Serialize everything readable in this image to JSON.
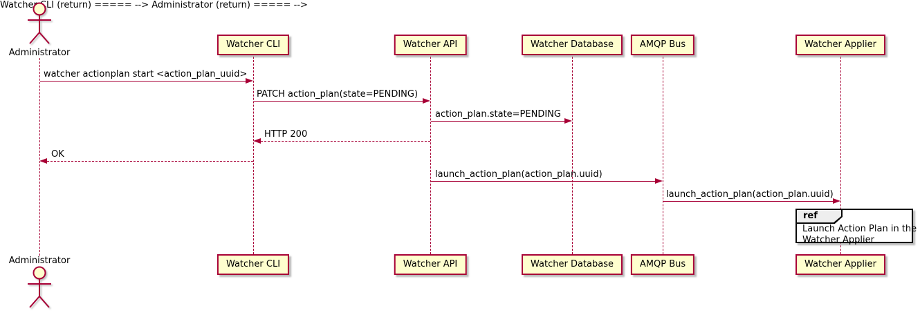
{
  "diagram": {
    "type": "sequence",
    "actor": {
      "name": "Administrator"
    },
    "participants": [
      {
        "name": "Watcher CLI"
      },
      {
        "name": "Watcher API"
      },
      {
        "name": "Watcher Database"
      },
      {
        "name": "AMQP Bus"
      },
      {
        "name": "Watcher Applier"
      }
    ],
    "messages": [
      {
        "from": "Administrator",
        "to": "Watcher CLI",
        "style": "solid",
        "label": "watcher actionplan start <action_plan_uuid>"
      },
      {
        "from": "Watcher CLI",
        "to": "Watcher API",
        "style": "solid",
        "label": "PATCH action_plan(state=PENDING)"
      },
      {
        "from": "Watcher API",
        "to": "Watcher Database",
        "style": "solid",
        "label": "action_plan.state=PENDING"
      },
      {
        "from": "Watcher API",
        "to": "Watcher CLI",
        "style": "dashed",
        "label": "HTTP 200"
      },
      {
        "from": "Watcher CLI",
        "to": "Administrator",
        "style": "dashed",
        "label": "OK"
      },
      {
        "from": "Watcher API",
        "to": "AMQP Bus",
        "style": "solid",
        "label": "launch_action_plan(action_plan.uuid)"
      },
      {
        "from": "AMQP Bus",
        "to": "Watcher Applier",
        "style": "solid",
        "label": "launch_action_plan(action_plan.uuid)"
      }
    ],
    "ref": {
      "tab_label": "ref",
      "over": "Watcher Applier",
      "lines": [
        "Launch Action Plan in the",
        "Watcher Applier"
      ]
    },
    "colors": {
      "participant_fill": "#FEFECE",
      "line": "#A80036",
      "text": "#000000",
      "ref_tab_fill": "#EEEEEE",
      "ref_border": "#0a0a0a"
    }
  }
}
